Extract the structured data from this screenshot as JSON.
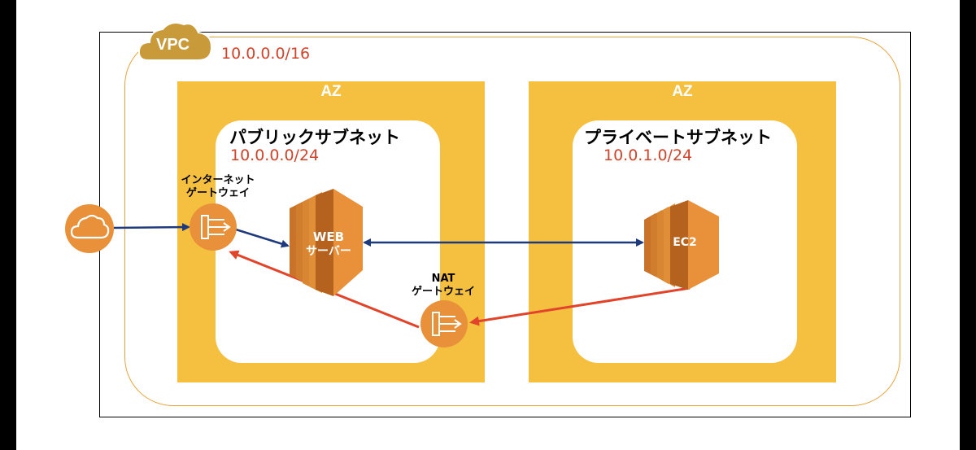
{
  "vpc": {
    "label": "VPC",
    "cidr": "10.0.0.0/16"
  },
  "az_left": {
    "label": "AZ"
  },
  "az_right": {
    "label": "AZ"
  },
  "public_subnet": {
    "title": "パブリックサブネット",
    "cidr": "10.0.0.0/24"
  },
  "private_subnet": {
    "title": "プライベートサブネット",
    "cidr": "10.0.1.0/24"
  },
  "internet_gateway": {
    "line1": "インターネット",
    "line2": "ゲートウェイ"
  },
  "nat_gateway": {
    "line1": "NAT",
    "line2": "ゲートウェイ"
  },
  "web_server": {
    "line1": "WEB",
    "line2": "サーバー"
  },
  "ec2": {
    "label": "EC2"
  },
  "colors": {
    "vpc_border": "#E8A33A",
    "az_fill": "#F5C040",
    "icon_orange": "#E8913A",
    "cidr_red": "#D0442B",
    "arrow_blue": "#1F3A7A",
    "arrow_red": "#E0452B"
  },
  "icons": {
    "internet": "cloud-icon",
    "vpc_badge": "cloud-icon",
    "gateway": "gateway-icon",
    "server": "server-stack-icon"
  }
}
